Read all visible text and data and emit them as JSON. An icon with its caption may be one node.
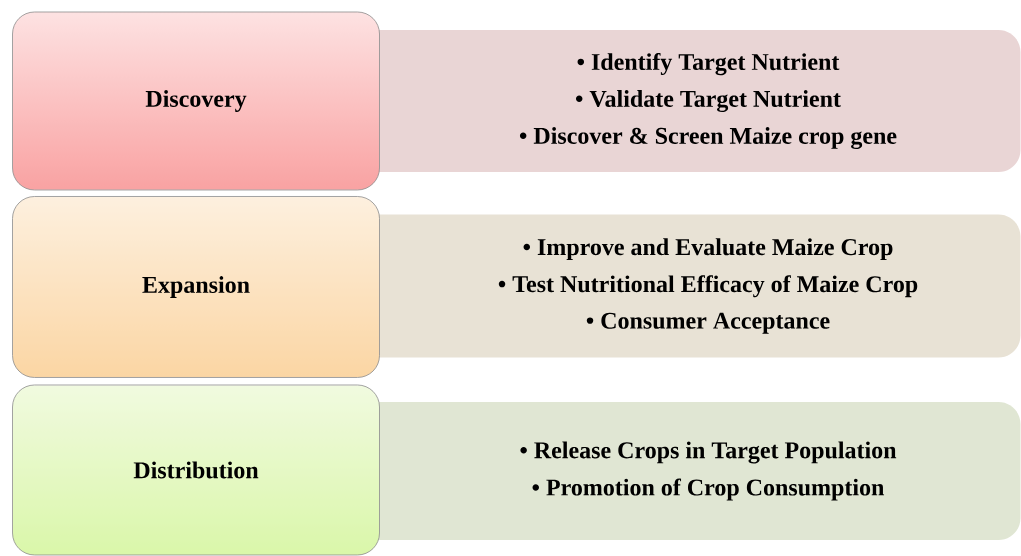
{
  "diagram": {
    "nodes": [
      {
        "text": [
          "Discovery"
        ]
      },
      {
        "text": [
          "• Identify Target Nutrient",
          "• Validate Target Nutrient",
          "• Discover & Screen Maize crop gene"
        ]
      },
      {
        "text": [
          "Expansion"
        ]
      },
      {
        "text": [
          "• Improve and Evaluate Maize Crop",
          "• Test Nutritional Efficacy of Maize Crop",
          "• Consumer Acceptance"
        ]
      },
      {
        "text": [
          "Distribution"
        ]
      },
      {
        "text": [
          "• Release Crops in Target Population",
          "• Promotion of Crop Consumption"
        ]
      }
    ]
  }
}
